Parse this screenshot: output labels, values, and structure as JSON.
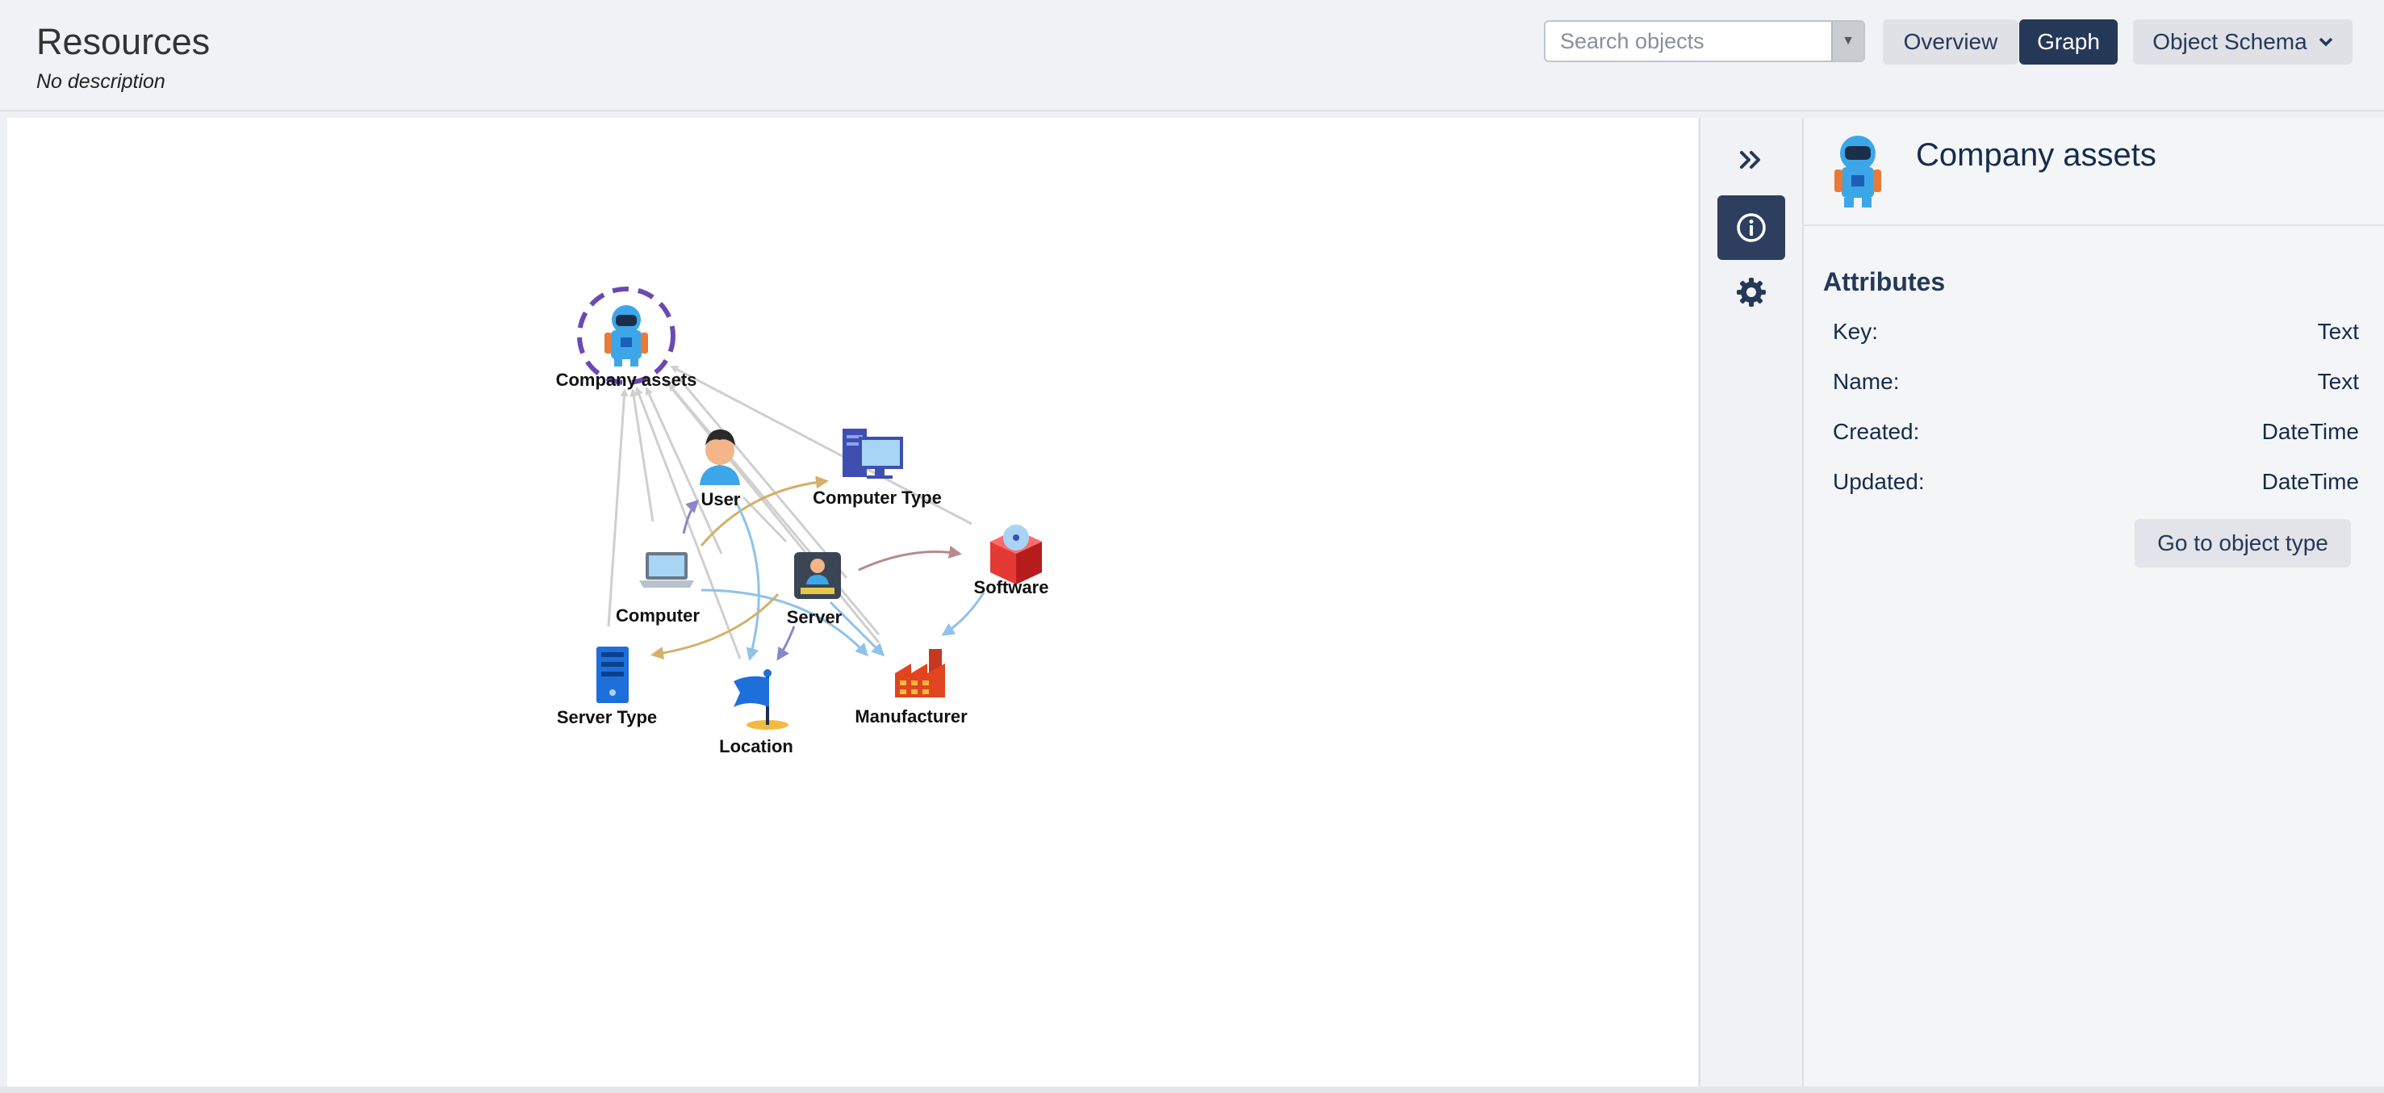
{
  "header": {
    "title": "Resources",
    "subtitle": "No description",
    "search_placeholder": "Search objects",
    "tabs": {
      "overview": "Overview",
      "graph": "Graph"
    },
    "schema_dropdown": "Object Schema"
  },
  "graph": {
    "nodes": {
      "company_assets": "Company assets",
      "user": "User",
      "computer_type": "Computer Type",
      "computer": "Computer",
      "server": "Server",
      "software": "Software",
      "server_type": "Server Type",
      "location": "Location",
      "manufacturer": "Manufacturer"
    },
    "colors": {
      "selection_ring": "#6a49b3",
      "edge_gray": "#cfcfcf",
      "edge_blue": "#8ec2ea",
      "edge_gold": "#d4b06a",
      "edge_purple": "#8a86c9",
      "edge_red": "#b88a8a"
    }
  },
  "detail": {
    "title": "Company assets",
    "attributes_heading": "Attributes",
    "attributes": [
      {
        "name": "Key:",
        "type": "Text"
      },
      {
        "name": "Name:",
        "type": "Text"
      },
      {
        "name": "Created:",
        "type": "DateTime"
      },
      {
        "name": "Updated:",
        "type": "DateTime"
      }
    ],
    "goto_button": "Go to object type"
  },
  "toolbar": {
    "collapse_icon": "double-chevron-right-icon",
    "info_icon": "info-icon",
    "settings_icon": "gear-icon"
  }
}
